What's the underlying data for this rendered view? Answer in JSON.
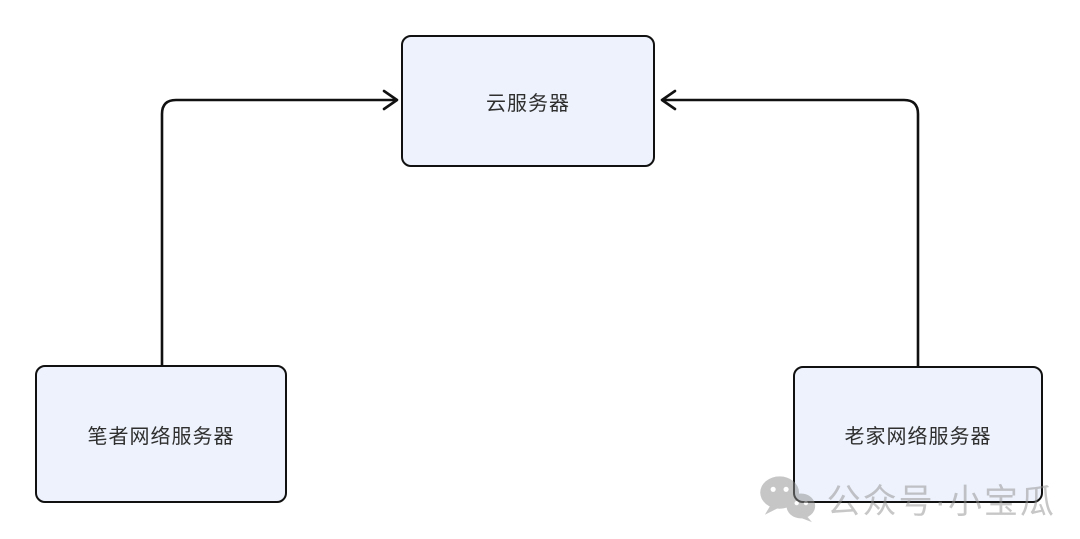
{
  "diagram": {
    "nodes": {
      "cloud": {
        "label": "云服务器"
      },
      "author": {
        "label": "笔者网络服务器"
      },
      "hometown": {
        "label": "老家网络服务器"
      }
    },
    "connectors": [
      {
        "from": "author",
        "to": "cloud",
        "arrow_direction": "right"
      },
      {
        "from": "hometown",
        "to": "cloud",
        "arrow_direction": "left"
      }
    ]
  },
  "watermark": {
    "icon": "wechat-icon",
    "text": "公众号·小宝瓜"
  },
  "colors": {
    "background": "#ffffff",
    "node_fill": "#edf2fc",
    "node_border": "#111111",
    "node_text": "#2f2f2f",
    "connector": "#111111",
    "watermark": "#909090"
  }
}
